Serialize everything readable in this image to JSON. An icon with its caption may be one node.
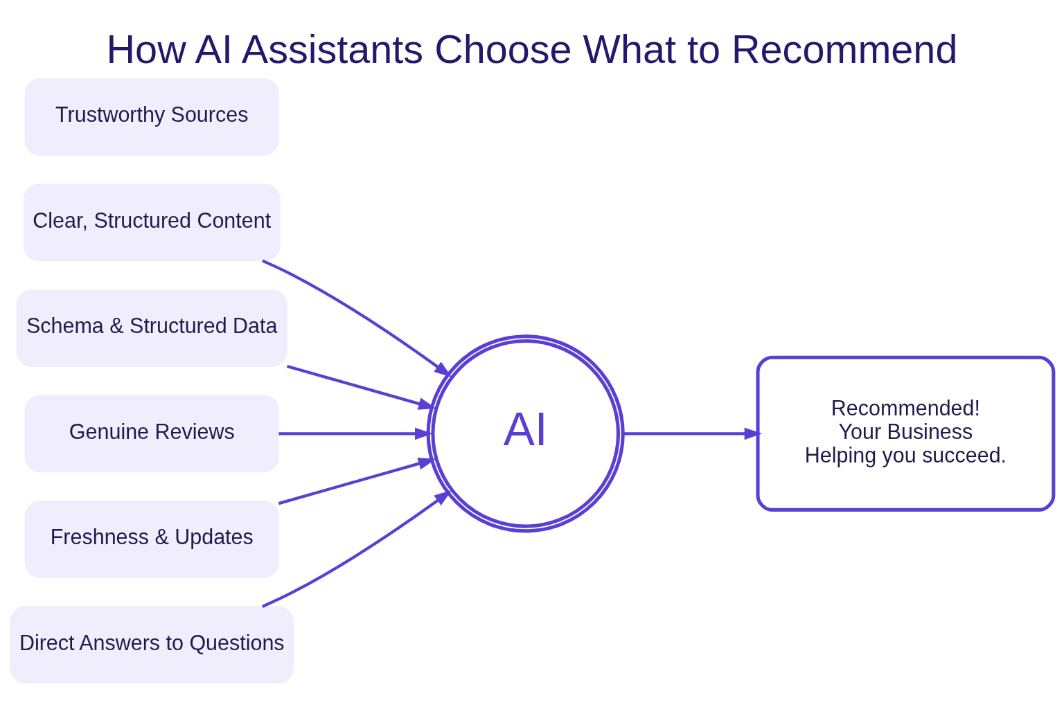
{
  "diagram": {
    "title": "How AI Assistants Choose What to Recommend",
    "nodes": [
      {
        "text": [
          "Clear, Structured Content"
        ]
      },
      {
        "text": [
          "Schema & Structured Data"
        ]
      },
      {
        "text": [
          "Genuine Reviews"
        ]
      },
      {
        "text": [
          "Freshness & Updates"
        ]
      },
      {
        "text": [
          "Direct Answers to Questions"
        ]
      },
      {
        "text": [
          "Trustworthy Sources"
        ]
      },
      {
        "text": [
          "AI"
        ]
      },
      {
        "text": [
          "Recommended!",
          "Your Business",
          "Helping you succeed."
        ]
      }
    ],
    "edges": [
      {
        "from": 0,
        "to": 6,
        "arrow": "to"
      },
      {
        "from": 1,
        "to": 6,
        "arrow": "to"
      },
      {
        "from": 2,
        "to": 6,
        "arrow": "to"
      },
      {
        "from": 3,
        "to": 6,
        "arrow": "to"
      },
      {
        "from": 4,
        "to": 6,
        "arrow": "to"
      },
      {
        "from": 6,
        "to": 7,
        "arrow": "to"
      }
    ]
  }
}
